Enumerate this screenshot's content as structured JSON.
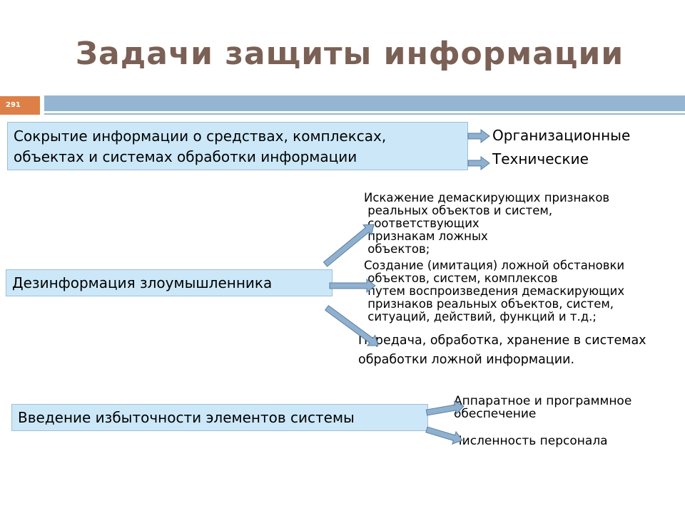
{
  "title": "Задачи защиты информации",
  "slide_number": "291",
  "colors": {
    "title": "#7a6055",
    "slide_number_bg": "#dd8047",
    "header_bar": "#94b6d2",
    "box_fill": "#cce8f8",
    "arrow_fill": "#8fb0cf",
    "arrow_stroke": "#5b7f9f"
  },
  "sections": [
    {
      "box_lines": [
        "Сокрытие информации о средствах, комплексах,",
        "объектах и системах обработки информации"
      ],
      "targets": [
        "Организационные",
        "Технические"
      ]
    },
    {
      "box_lines": [
        "Дезинформация злоумышленника"
      ],
      "targets": [
        {
          "lines": [
            "Искажение демаскирующих признаков",
            " реальных объектов и систем,",
            " соответствующих",
            " признакам ложных",
            " объектов;"
          ]
        },
        {
          "lines": [
            "Создание (имитация) ложной обстановки",
            " объектов, систем, комплексов",
            " путем воспроизведения демаскирующих",
            " признаков реальных объектов, систем,",
            " ситуаций, действий, функций и т.д.;"
          ]
        },
        {
          "lines": [
            "Передача, обработка, хранение в системах",
            "обработки ложной информации."
          ]
        }
      ]
    },
    {
      "box_lines": [
        "Введение избыточности элементов системы"
      ],
      "targets": [
        {
          "lines": [
            "Аппаратное и программное",
            "обеспечение"
          ]
        },
        "Численность персонала"
      ]
    }
  ]
}
